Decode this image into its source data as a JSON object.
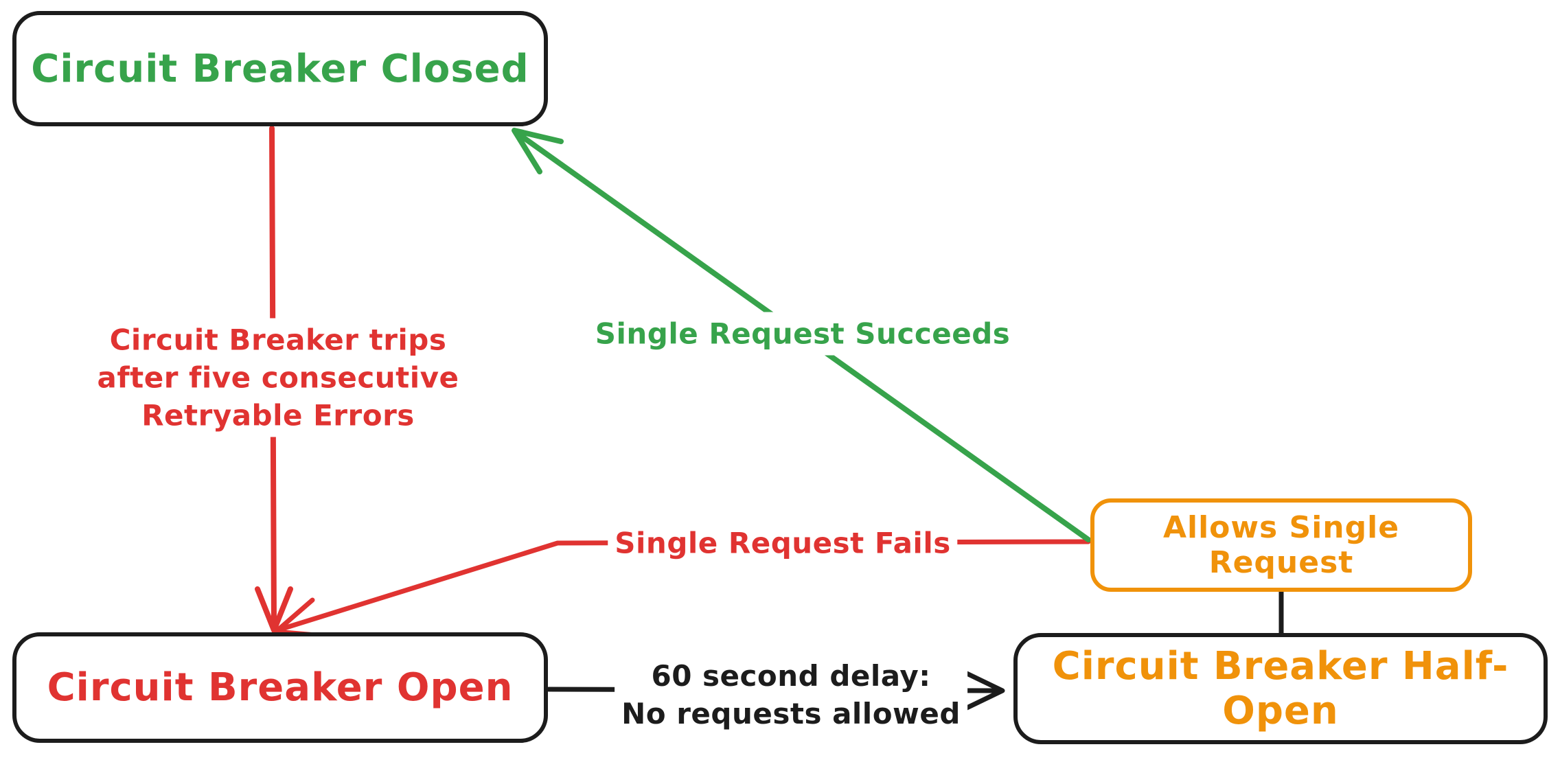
{
  "diagram_type": "state-diagram",
  "colors": {
    "closed_state": "#37a34b",
    "open_state": "#e03331",
    "half_open_state": "#f0920a",
    "neutral_ink": "#1c1c1c",
    "background": "#ffffff"
  },
  "nodes": {
    "closed": {
      "label": "Circuit Breaker Closed",
      "text_color": "#37a34b",
      "border_color": "#1c1c1c"
    },
    "open": {
      "label": "Circuit Breaker Open",
      "text_color": "#e03331",
      "border_color": "#1c1c1c"
    },
    "half_open": {
      "label": "Circuit Breaker Half-Open",
      "text_color": "#f0920a",
      "border_color": "#1c1c1c"
    },
    "allows_single_request": {
      "label": "Allows Single Request",
      "text_color": "#f0920a",
      "border_color": "#f0920a"
    }
  },
  "edges": {
    "trip": {
      "from": "closed",
      "to": "open",
      "color": "#e03331",
      "label_lines": [
        "Circuit Breaker trips",
        "after five consecutive",
        "Retryable Errors"
      ]
    },
    "succeeds": {
      "from": "allows_single_request",
      "to": "closed",
      "color": "#37a34b",
      "label": "Single Request Succeeds"
    },
    "fails": {
      "from": "allows_single_request",
      "to": "open",
      "color": "#e03331",
      "label": "Single Request Fails"
    },
    "delay": {
      "from": "open",
      "to": "half_open",
      "color": "#1c1c1c",
      "label_lines": [
        "60 second delay:",
        "No requests allowed"
      ]
    },
    "half_open_probe_link": {
      "from": "half_open",
      "to": "allows_single_request",
      "color": "#1c1c1c",
      "label": ""
    }
  }
}
